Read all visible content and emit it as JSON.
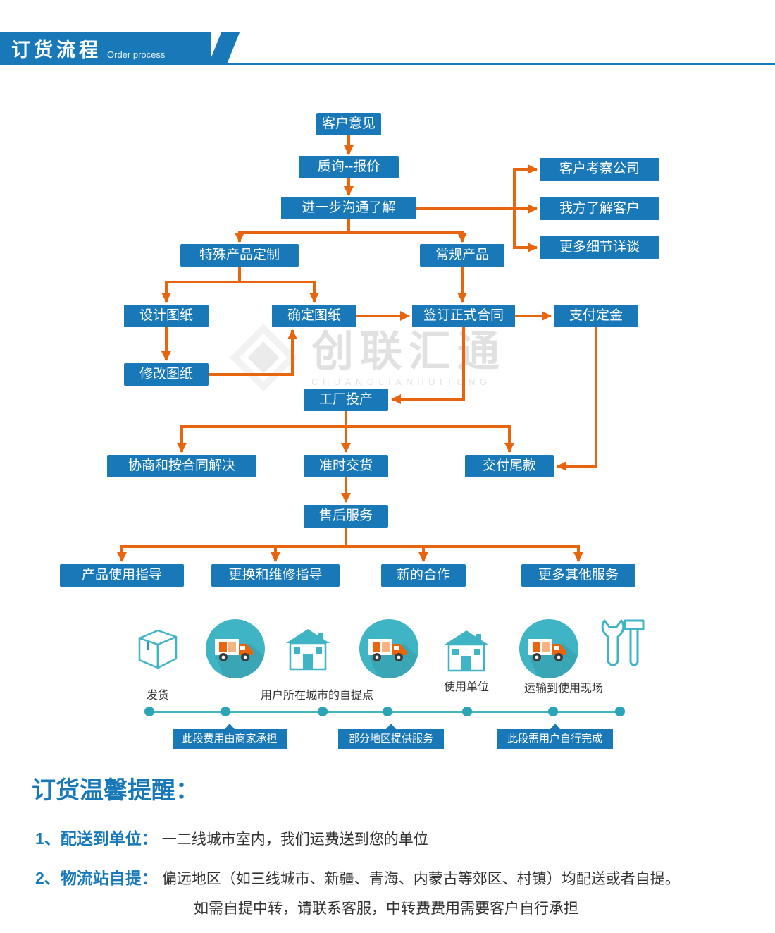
{
  "header": {
    "title": "订货流程",
    "subtitle": "Order process"
  },
  "colors": {
    "primary_blue": "#1878b8",
    "arrow_orange": "#e8650d",
    "teal": "#3fb4c5",
    "watermark_gray": "#c9c9c9",
    "text_dark": "#333333"
  },
  "flow": {
    "nodes": [
      {
        "label": "客户意见"
      },
      {
        "label": "质询--报价"
      },
      {
        "label": "进一步沟通了解"
      },
      {
        "label": "客户考察公司"
      },
      {
        "label": "我方了解客户"
      },
      {
        "label": "更多细节详谈"
      },
      {
        "label": "特殊产品定制"
      },
      {
        "label": "常规产品"
      },
      {
        "label": "设计图纸"
      },
      {
        "label": "确定图纸"
      },
      {
        "label": "签订正式合同"
      },
      {
        "label": "支付定金"
      },
      {
        "label": "修改图纸"
      },
      {
        "label": "工厂投产"
      },
      {
        "label": "协商和按合同解决"
      },
      {
        "label": "准时交货"
      },
      {
        "label": "交付尾款"
      },
      {
        "label": "售后服务"
      },
      {
        "label": "产品使用指导"
      },
      {
        "label": "更换和维修指导"
      },
      {
        "label": "新的合作"
      },
      {
        "label": "更多其他服务"
      }
    ]
  },
  "watermark": {
    "name": "创联汇通",
    "name_en": "CHUANGLIANHUITONG"
  },
  "logistics": {
    "labels": {
      "ship": "发货",
      "pickup_point": "用户所在城市的自提点",
      "use_unit": "使用单位",
      "transport_site": "运输到使用现场"
    },
    "stages": [
      {
        "label": "此段费用由商家承担"
      },
      {
        "label": "部分地区提供服务"
      },
      {
        "label": "此段需用户自行完成"
      }
    ]
  },
  "reminder": {
    "title": "订货温馨提醒：",
    "items": [
      {
        "num": "1、",
        "label": "配送到单位：",
        "text": "一二线城市室内，我们运费送到您的单位"
      },
      {
        "num": "2、",
        "label": "物流站自提：",
        "text": "偏远地区（如三线城市、新疆、青海、内蒙古等郊区、村镇）均配送或者自提。"
      }
    ],
    "extra": "如需自提中转，请联系客服，中转费费用需要客户自行承担"
  }
}
